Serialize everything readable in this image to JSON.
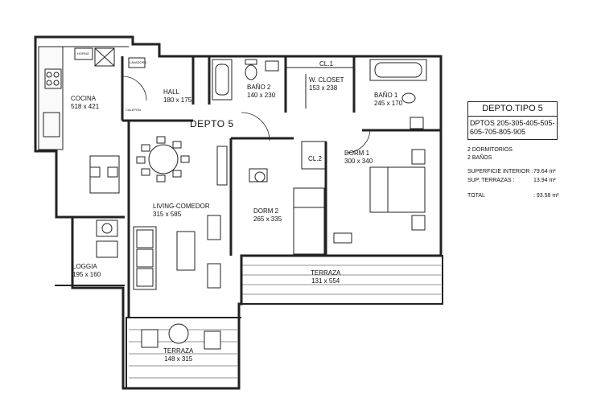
{
  "plan": {
    "unit_title": "DEPTO 5",
    "rooms": {
      "cocina": {
        "name": "COCINA",
        "dims": "518 x 421"
      },
      "hall": {
        "name": "HALL",
        "dims": "180 x 175"
      },
      "bano2": {
        "name": "BAÑO 2",
        "dims": "140 x 230"
      },
      "wcloset": {
        "name": "W. CLOSET",
        "dims": "153 x 238"
      },
      "bano1": {
        "name": "BAÑO 1",
        "dims": "245 x 170"
      },
      "dorm1": {
        "name": "DORM 1",
        "dims": "300 x 340"
      },
      "dorm2": {
        "name": "DORM 2",
        "dims": "265 x 335"
      },
      "living": {
        "name": "LIVING-COMEDOR",
        "dims": "315 x 585"
      },
      "loggia": {
        "name": "LOGGIA",
        "dims": "195 x 160"
      },
      "terraza1": {
        "name": "TERRAZA",
        "dims": "131 x 554"
      },
      "terraza2": {
        "name": "TERRAZA",
        "dims": "148 x 315"
      }
    },
    "closets": {
      "cl1": "CL.1",
      "cl2": "CL.2"
    },
    "appliance_tags": {
      "horno": "HORNO",
      "lavadora": "LAVADORA",
      "calefon": "CALEFON"
    }
  },
  "info": {
    "title": "DEPTO.TIPO 5",
    "depts": "DPTOS 205-305-405-505-605-705-805-905",
    "bedrooms": "2 DORMITORIOS",
    "baths": "2 BAÑOS",
    "area_rows": [
      {
        "label": "SUPERFICIE INTERIOR :",
        "value": "79.64 m²"
      },
      {
        "label": "SUP. TERRAZAS :",
        "value": "13.94 m²"
      }
    ],
    "total_label": "TOTAL",
    "total_value": ": 93.58 m²"
  }
}
